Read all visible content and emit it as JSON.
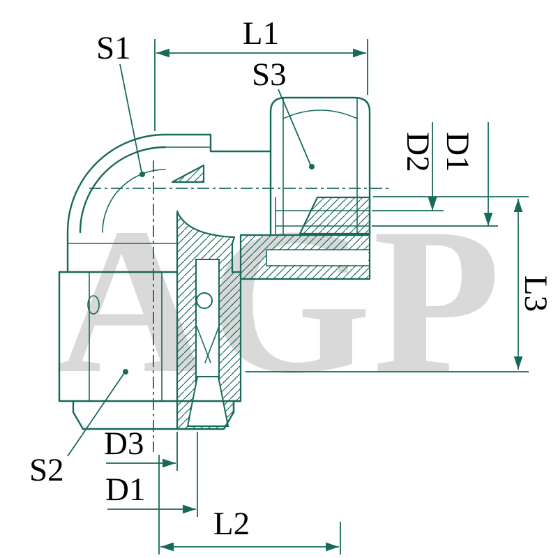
{
  "diagram": {
    "type": "technical-drawing",
    "watermark": "AGP",
    "colors": {
      "line": "#17695a",
      "label": "#000000",
      "watermark": "#d9d9d9",
      "background": "#ffffff"
    },
    "labels": {
      "s1": "S1",
      "l1": "L1",
      "s3": "S3",
      "d2": "D2",
      "d1_right": "D1",
      "l3": "L3",
      "s2": "S2",
      "d3": "D3",
      "d1_bottom": "D1",
      "l2": "L2"
    }
  }
}
